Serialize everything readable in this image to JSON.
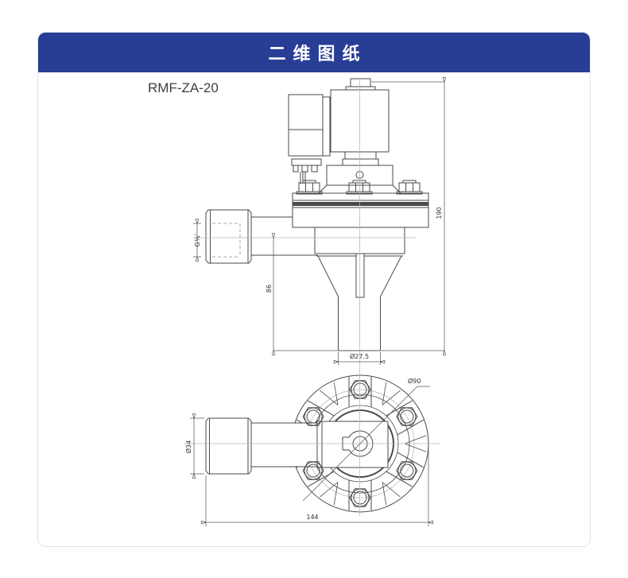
{
  "header": {
    "title": "二维图纸"
  },
  "colors": {
    "header_bg": "#283d94",
    "line": "#4a4a4a",
    "card_border": "#dfe4ee"
  },
  "drawing": {
    "model": "RMF-ZA-20",
    "views": [
      "side-elevation",
      "bottom-flange"
    ],
    "dimensions": {
      "total_height": "190",
      "outlet_height": "86",
      "outlet_diameter": "Ø27.5",
      "inlet_thread": "G¾″",
      "bolt_circle_diameter": "Ø90",
      "inlet_nut_diameter": "Ø34",
      "overall_width": "144"
    }
  }
}
